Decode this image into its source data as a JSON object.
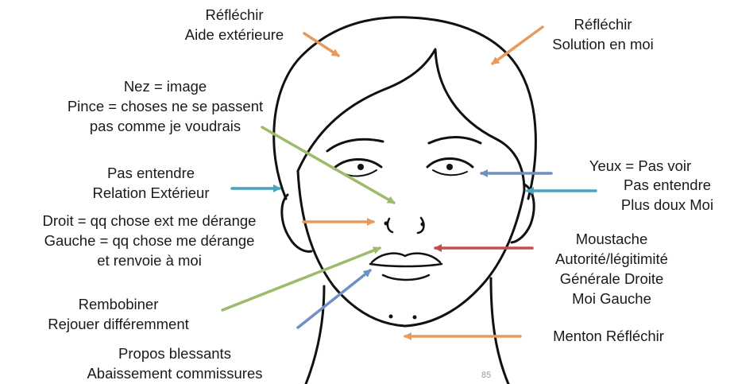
{
  "colors": {
    "orange": "#e89a5c",
    "green": "#9dbb6a",
    "blue": "#6f8fc7",
    "teal": "#4aa3c0",
    "red": "#c0504d"
  },
  "labels": {
    "top_left": [
      "Réfléchir",
      "Aide extérieure"
    ],
    "top_right": [
      "Réfléchir",
      "Solution en moi"
    ],
    "nose": [
      "Nez = image",
      "Pince = choses ne se passent",
      "pas comme je voudrais"
    ],
    "ear_left": [
      "Pas entendre",
      "Relation Extérieur"
    ],
    "nostrils": [
      "Droit = qq chose ext me dérange",
      "Gauche = qq chose me dérange",
      "et renvoie à moi"
    ],
    "rewind": [
      "Rembobiner",
      "Rejouer différemment"
    ],
    "mouth_corners": [
      "Propos blessants",
      "Abaissement commissures"
    ],
    "eyes": [
      "Yeux = Pas voir"
    ],
    "ear_right": [
      "Pas entendre",
      "Plus doux Moi"
    ],
    "mustache": [
      "Moustache",
      "Autorité/légitimité",
      "Générale Droite",
      "Moi Gauche"
    ],
    "chin": [
      "Menton Réfléchir"
    ]
  },
  "page_number": "85"
}
